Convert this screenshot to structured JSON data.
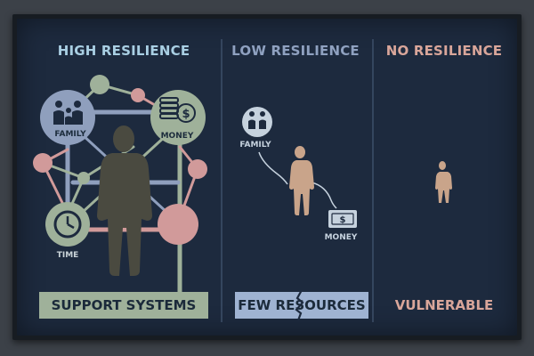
{
  "columns": {
    "high": {
      "title": "HIGH RESILIENCE",
      "banner": "SUPPORT SYSTEMS"
    },
    "low": {
      "title": "LOW RESILIENCE",
      "banner": "FEW RESOURCES"
    },
    "none": {
      "title": "NO RESILIENCE",
      "banner": "VULNERABLE"
    }
  },
  "nodes": {
    "high_family": "FAMILY",
    "high_money": "MONEY",
    "high_time": "TIME",
    "low_family": "FAMILY",
    "low_money": "MONEY"
  },
  "colors": {
    "background": "#1d2a3e",
    "high_accent": "#a9cfe3",
    "low_accent": "#8fa1c0",
    "no_accent": "#d9a69a",
    "green_node": "#9fb19a",
    "blue_node": "#8f9fbd",
    "pink_node": "#d19a9a",
    "person_dark": "#4a4a40",
    "person_tan": "#c9a48a"
  },
  "icons": {
    "family": "family-icon",
    "money": "coins-icon",
    "time": "clock-icon",
    "bill": "dollar-bill-icon",
    "person": "person-icon"
  }
}
